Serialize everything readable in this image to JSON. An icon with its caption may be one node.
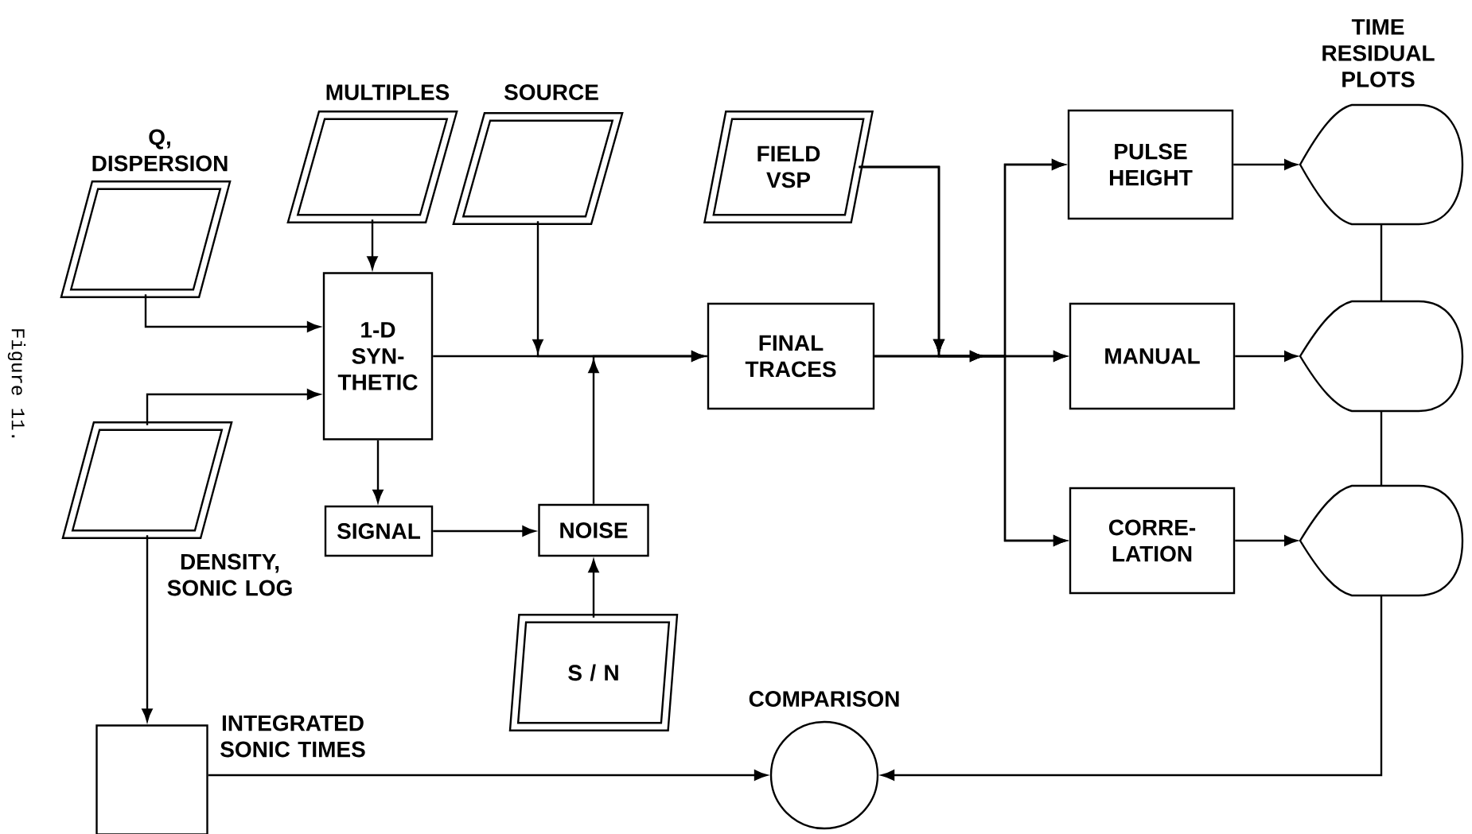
{
  "diagram": {
    "nodes": [
      {
        "text": [
          "Q, DISPERSION"
        ]
      },
      {
        "text": [
          "MULTIPLES"
        ]
      },
      {
        "text": [
          "SOURCE"
        ]
      },
      {
        "text": [
          "FIELD VSP"
        ]
      },
      {
        "text": [
          "DENSITY, SONIC LOG"
        ]
      },
      {
        "text": [
          "1-D SYN- THETIC"
        ]
      },
      {
        "text": [
          "SIGNAL"
        ]
      },
      {
        "text": [
          "NOISE"
        ]
      },
      {
        "text": [
          "S / N"
        ]
      },
      {
        "text": [
          "FINAL TRACES"
        ]
      },
      {
        "text": [
          "PULSE HEIGHT"
        ]
      },
      {
        "text": [
          "MANUAL"
        ]
      },
      {
        "text": [
          "CORRE- LATION"
        ]
      },
      {
        "text": [
          "TIME RESIDUAL PLOTS"
        ]
      },
      {
        "text": [],
        "shape": "display"
      },
      {
        "text": [],
        "shape": "display"
      },
      {
        "text": [
          "INTEGRATED SONIC TIMES"
        ]
      },
      {
        "text": [
          "COMPARISON"
        ]
      }
    ],
    "edges": [
      {
        "from": 0,
        "to": 5,
        "arrow": "to"
      },
      {
        "from": 4,
        "to": 5,
        "arrow": "to"
      },
      {
        "from": 1,
        "to": 5,
        "arrow": "to"
      },
      {
        "from": 4,
        "to": 16,
        "arrow": "to"
      },
      {
        "from": 5,
        "to": 6,
        "arrow": "to"
      },
      {
        "from": 6,
        "to": 7,
        "arrow": "to"
      },
      {
        "from": 8,
        "to": 7,
        "arrow": "to"
      },
      {
        "from": 5,
        "to": 9,
        "arrow": "none"
      },
      {
        "from": 2,
        "to": 9,
        "arrow": "to"
      },
      {
        "from": 7,
        "to": 9,
        "arrow": "to"
      },
      {
        "from": 3,
        "to": 10,
        "arrow": "to"
      },
      {
        "from": 3,
        "to": 11,
        "arrow": "to"
      },
      {
        "from": 3,
        "to": 12,
        "arrow": "to"
      },
      {
        "from": 9,
        "to": 10,
        "arrow": "to"
      },
      {
        "from": 9,
        "to": 11,
        "arrow": "to"
      },
      {
        "from": 9,
        "to": 12,
        "arrow": "to"
      },
      {
        "from": 10,
        "to": 13,
        "arrow": "to"
      },
      {
        "from": 11,
        "to": 14,
        "arrow": "to"
      },
      {
        "from": 12,
        "to": 15,
        "arrow": "to"
      },
      {
        "from": 13,
        "to": 14,
        "arrow": "none"
      },
      {
        "from": 14,
        "to": 15,
        "arrow": "none"
      },
      {
        "from": 15,
        "to": 17,
        "arrow": "to"
      },
      {
        "from": 16,
        "to": 17,
        "arrow": "to"
      }
    ],
    "labels": [
      "Figure 11."
    ]
  }
}
